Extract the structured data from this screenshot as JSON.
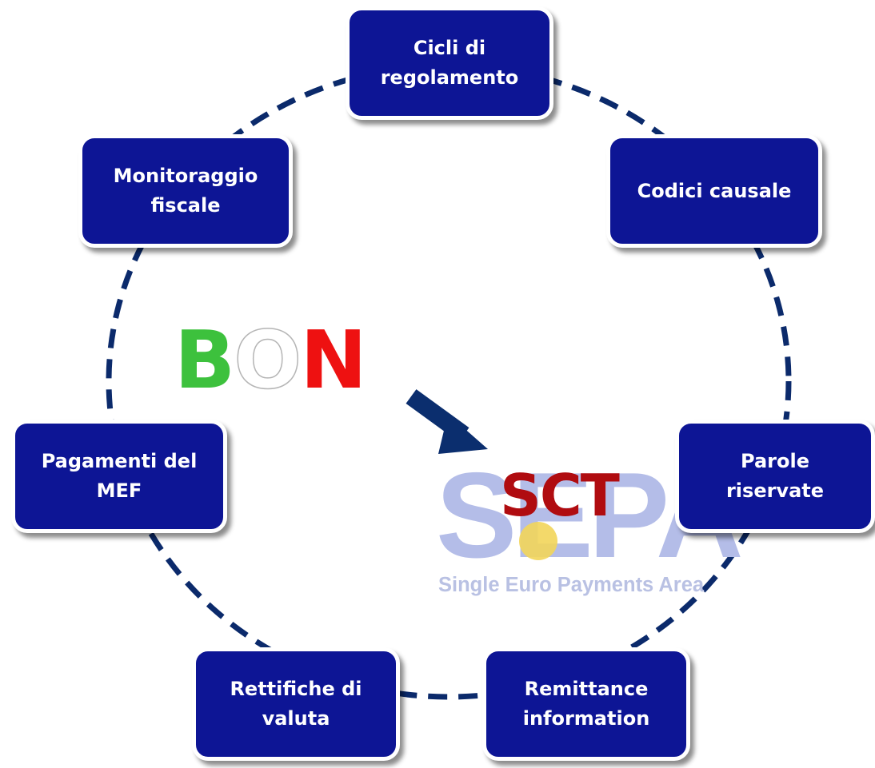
{
  "colors": {
    "box_fill": "#0d1595",
    "ring": "#0b2a6b",
    "arrow": "#0b2e6e",
    "bon_b": "#3dc13d",
    "bon_o": "#ffffff",
    "bon_n": "#ee1111",
    "sct": "#b00c10",
    "sepa": "#b4bde8"
  },
  "boxes": {
    "cicli": "Cicli di\nregolamento",
    "codici": "Codici causale",
    "parole": "Parole\nriservate",
    "remittance": "Remittance\ninformation",
    "rettifiche": "Rettifiche di\nvaluta",
    "pagamenti": "Pagamenti del\nMEF",
    "monitoraggio": "Monitoraggio\nfiscale"
  },
  "bon": {
    "b": "B",
    "o": "O",
    "n": "N"
  },
  "sct": "SCT",
  "sepa": {
    "word": "SEPA",
    "tagline": "Single Euro Payments Area"
  }
}
